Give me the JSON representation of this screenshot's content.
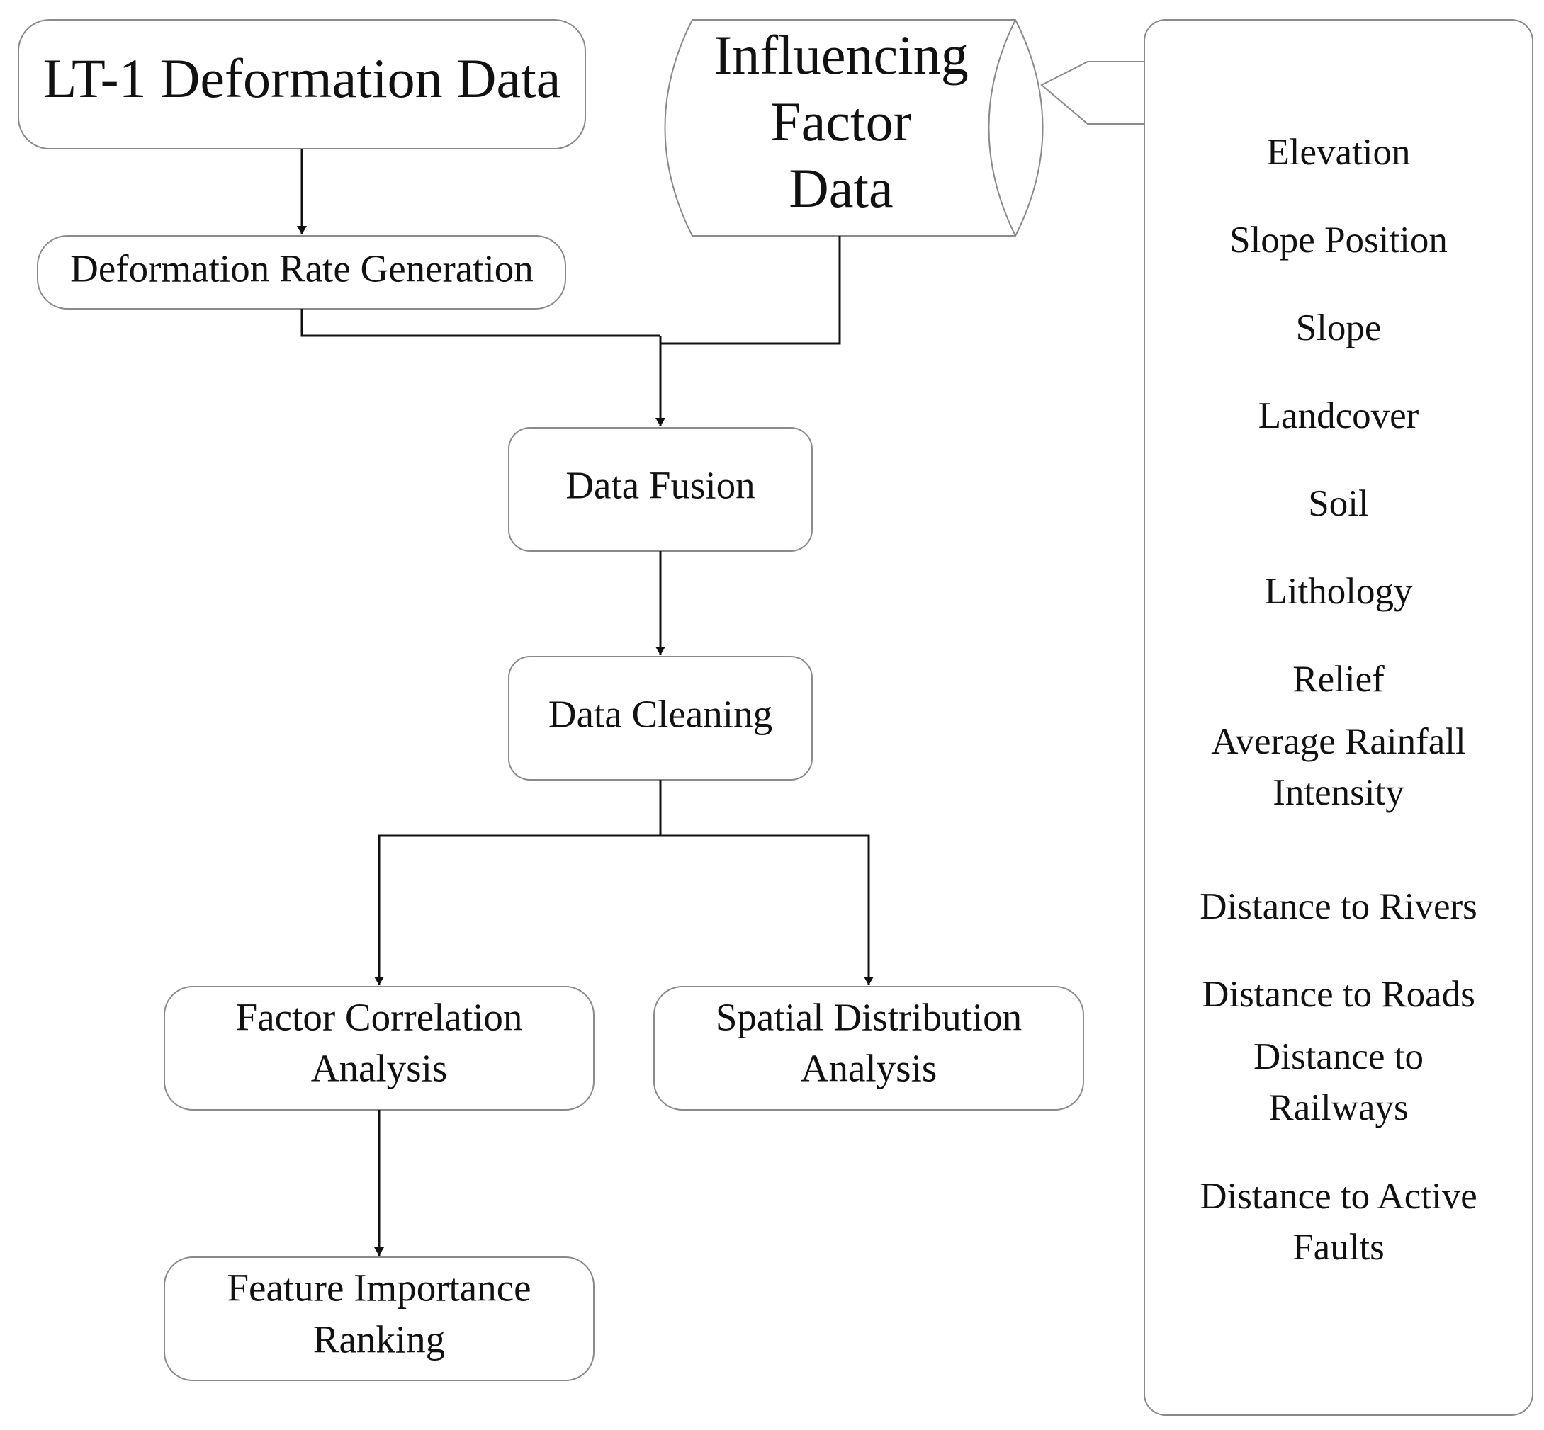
{
  "nodes": {
    "lt1": {
      "label": "LT-1 Deformation Data"
    },
    "influencing": {
      "lines": [
        "Influencing",
        "Factor",
        "Data"
      ]
    },
    "deformation_rate": {
      "label": "Deformation Rate Generation"
    },
    "fusion": {
      "label": "Data Fusion"
    },
    "cleaning": {
      "label": "Data Cleaning"
    },
    "factor_correlation": {
      "lines": [
        "Factor Correlation",
        "Analysis"
      ]
    },
    "spatial_distribution": {
      "lines": [
        "Spatial Distribution",
        "Analysis"
      ]
    },
    "feature_importance": {
      "lines": [
        "Feature Importance",
        "Ranking"
      ]
    }
  },
  "factor_list": [
    {
      "lines": [
        "Elevation"
      ]
    },
    {
      "lines": [
        "Slope Position"
      ]
    },
    {
      "lines": [
        "Slope"
      ]
    },
    {
      "lines": [
        "Landcover"
      ]
    },
    {
      "lines": [
        "Soil"
      ]
    },
    {
      "lines": [
        "Lithology"
      ]
    },
    {
      "lines": [
        "Relief"
      ]
    },
    {
      "lines": [
        "Average Rainfall",
        "Intensity"
      ]
    },
    {
      "lines": [
        "Distance to Rivers"
      ]
    },
    {
      "lines": [
        "Distance to Roads"
      ]
    },
    {
      "lines": [
        "Distance to",
        "Railways"
      ]
    },
    {
      "lines": [
        "Distance to Active",
        "Faults"
      ]
    }
  ]
}
